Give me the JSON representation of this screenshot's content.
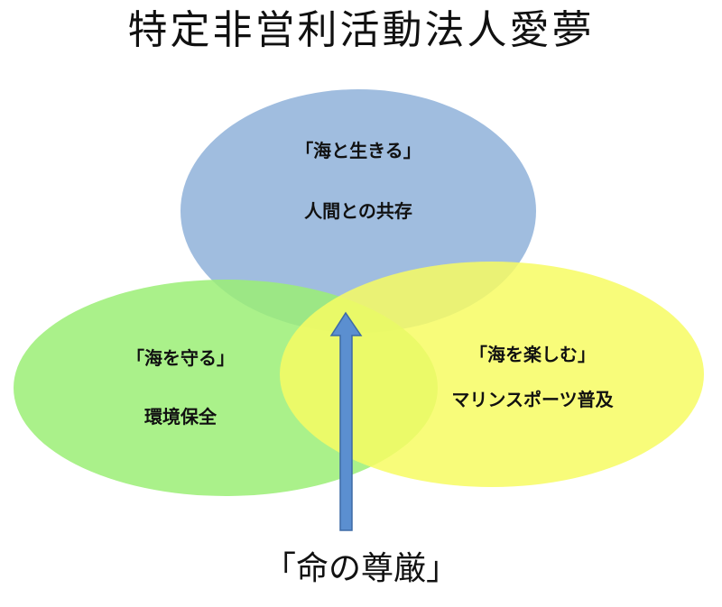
{
  "title": "特定非営利活動法人愛夢",
  "circles": {
    "top": {
      "heading": "「海と生きる」",
      "subtitle": "人間との共存",
      "fill": "#8fb2d9"
    },
    "left": {
      "heading": "「海を守る」",
      "subtitle": "環境保全",
      "fill": "#9bef75"
    },
    "right": {
      "heading": "「海を楽しむ」",
      "subtitle": "マリンスポーツ普及",
      "fill": "#f7fb63"
    }
  },
  "center_arrow": {
    "fill": "#5b8fd0",
    "stroke": "#3d6aa6"
  },
  "caption": "「命の尊厳」"
}
